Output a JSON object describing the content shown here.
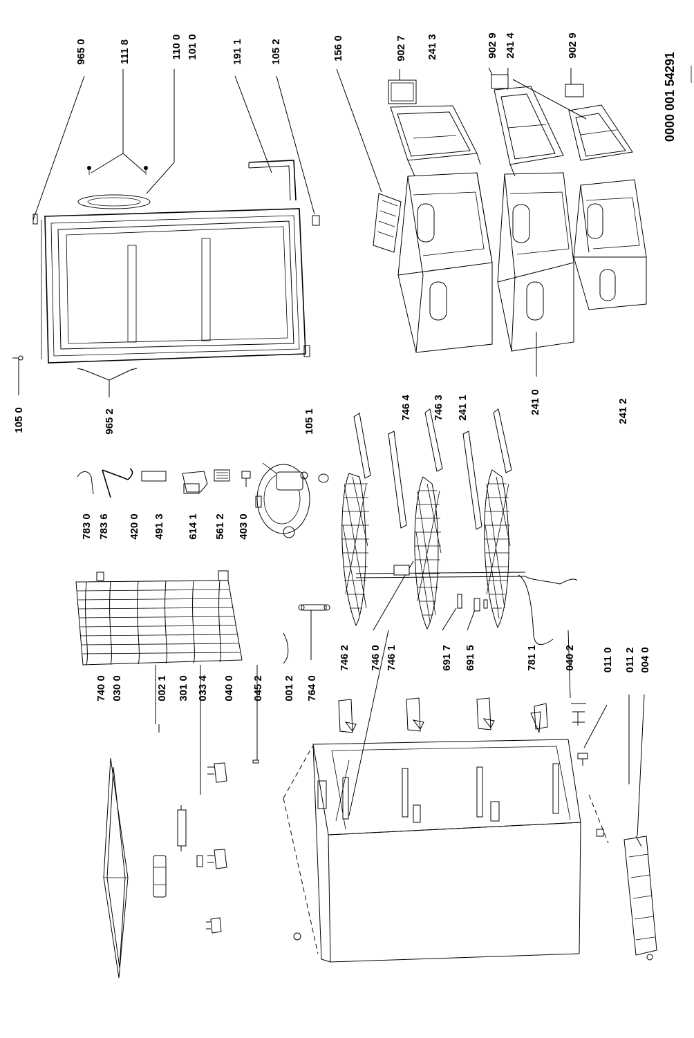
{
  "diagram": {
    "document_code": "0000 001 54291",
    "part_labels": {
      "p965_0": "965 0",
      "p111_8": "111 8",
      "p110_0": "110 0",
      "p101_0": "101 0",
      "p191_1": "191 1",
      "p105_2": "105 2",
      "p156_0": "156 0",
      "p902_7": "902 7",
      "p241_3": "241 3",
      "p902_9a": "902 9",
      "p241_4": "241 4",
      "p902_9b": "902 9",
      "p105_0": "105 0",
      "p965_2": "965 2",
      "p105_1": "105 1",
      "p241_0": "241 0",
      "p241_2": "241 2",
      "p746_4": "746 4",
      "p746_3": "746 3",
      "p241_1": "241 1",
      "p783_0": "783 0",
      "p783_6": "783 6",
      "p420_0": "420 0",
      "p491_3": "491 3",
      "p614_1": "614 1",
      "p561_2": "561 2",
      "p403_0": "403 0",
      "p740_0": "740 0",
      "p030_0": "030 0",
      "p002_1": "002 1",
      "p301_0": "301 0",
      "p033_4": "033 4",
      "p040_0": "040 0",
      "p045_2": "045 2",
      "p001_2": "001 2",
      "p764_0": "764 0",
      "p746_2": "746 2",
      "p746_0": "746 0",
      "p746_1": "746 1",
      "p691_7": "691 7",
      "p691_5": "691 5",
      "p781_1": "781 1",
      "p040_2": "040 2",
      "p011_0": "011 0",
      "p011_2": "011 2",
      "p004_0": "004 0"
    }
  }
}
